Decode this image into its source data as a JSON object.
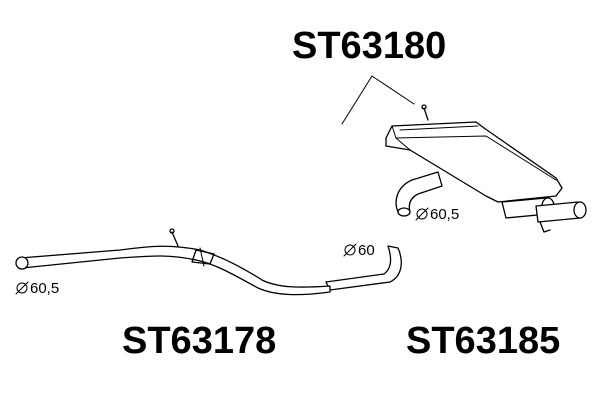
{
  "parts": {
    "rear_muffler": "ST63180",
    "front_pipe": "ST63178",
    "middle_pipe": "ST63185"
  },
  "dimensions": {
    "front_pipe_diameter": "60,5",
    "middle_pipe_diameter": "60",
    "muffler_inlet_diameter": "60,5"
  }
}
